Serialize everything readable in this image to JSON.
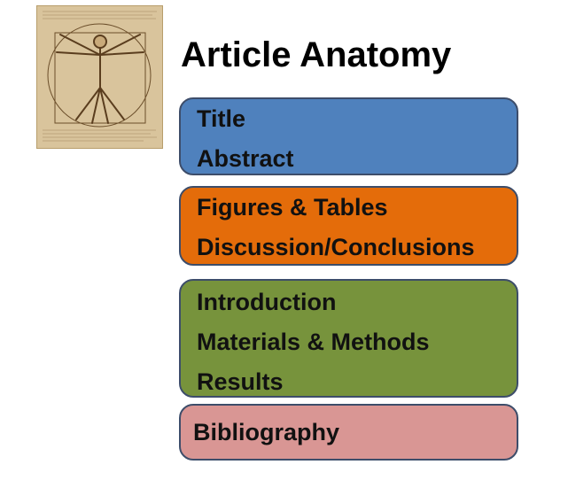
{
  "heading": "Article Anatomy",
  "colors": {
    "blue": "#4f81bd",
    "orange": "#e46c0a",
    "green": "#77933c",
    "pink": "#d99694"
  },
  "sections": [
    {
      "lines": [
        "Title",
        "Abstract"
      ]
    },
    {
      "lines": [
        "Figures & Tables",
        "Discussion/Conclusions"
      ]
    },
    {
      "lines": [
        "Introduction",
        "Materials & Methods",
        "Results"
      ]
    },
    {
      "lines": [
        "Bibliography"
      ]
    }
  ]
}
